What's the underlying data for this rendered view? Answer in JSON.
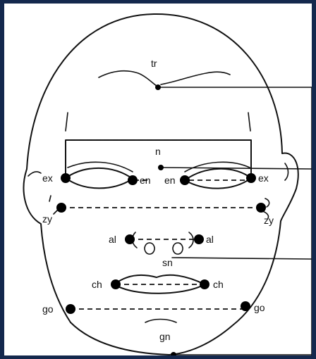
{
  "colors": {
    "border": "#14284d",
    "ink": "#111111",
    "background": "#ffffff"
  },
  "landmarks": {
    "tr": "tr",
    "n": "n",
    "ex_right": "ex",
    "en_right": "en",
    "en_left": "en",
    "ex_left": "ex",
    "zy_right": "zy",
    "zy_left": "zy",
    "al_right": "al",
    "al_left": "al",
    "sn": "sn",
    "ch_right": "ch",
    "ch_left": "ch",
    "go_right": "go",
    "go_left": "go",
    "gn": "gn"
  }
}
